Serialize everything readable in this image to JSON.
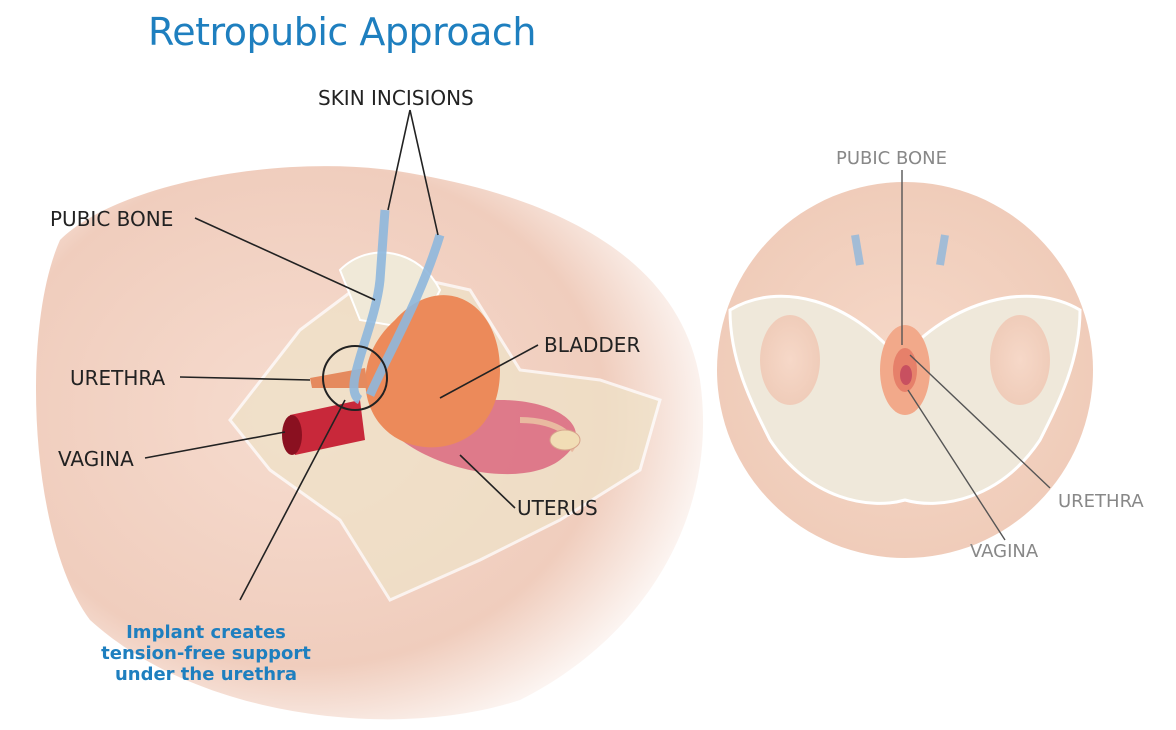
{
  "title": "Retropubic Approach",
  "side_view": {
    "labels": {
      "skin_incisions": "SKIN INCISIONS",
      "pubic_bone": "PUBIC BONE",
      "urethra": "URETHRA",
      "vagina": "VAGINA",
      "bladder": "BLADDER",
      "uterus": "UTERUS"
    },
    "note": [
      "Implant creates",
      "tension-free support",
      "under the urethra"
    ]
  },
  "front_view": {
    "labels": {
      "pubic_bone": "PUBIC BONE",
      "urethra": "URETHRA",
      "vagina": "VAGINA"
    }
  },
  "colors": {
    "title": "#1e7fbf",
    "skin": "#f3d6c8",
    "bladder": "#ec8a5a",
    "uterus": "#d9607a",
    "sling": "#8fb8dd"
  }
}
